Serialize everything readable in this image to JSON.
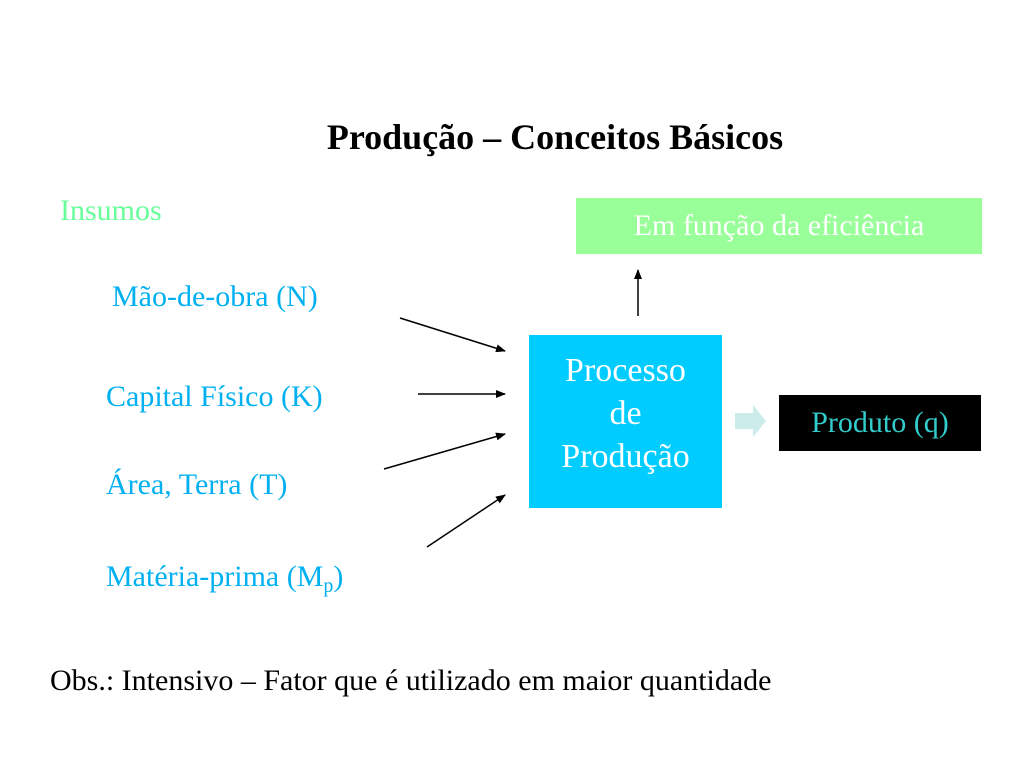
{
  "title": "Produção – Conceitos Básicos",
  "inputs": {
    "header": "Insumos",
    "labor": "Mão-de-obra (N)",
    "capital": "Capital Físico (K)",
    "land": "Área, Terra (T)",
    "raw_material": {
      "prefix": "Matéria-prima (M",
      "subscript": "p",
      "suffix": ")"
    }
  },
  "efficiency": "Em função da eficiência",
  "process": {
    "line1": "Processo",
    "line2": "de",
    "line3": "Produção"
  },
  "output": "Produto (q)",
  "observation": "Obs.: Intensivo – Fator que é utilizado em maior quantidade",
  "colors": {
    "inputs_header": "#66ff99",
    "input_labels": "#00b0f0",
    "efficiency_box": "#99ff99",
    "process_box": "#00ccff",
    "output_box": "#000000",
    "output_text": "#33cccc",
    "block_arrow": "#ccecec"
  }
}
